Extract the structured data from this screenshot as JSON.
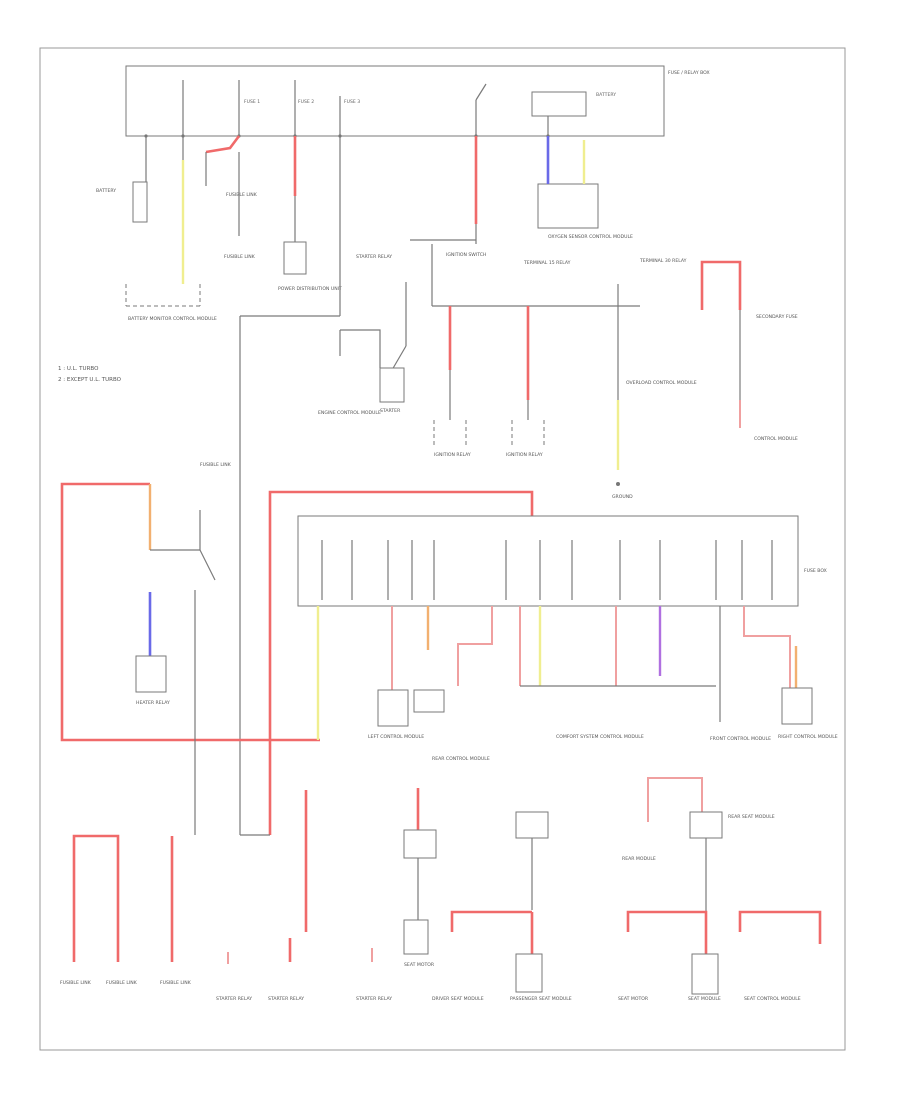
{
  "diagram": {
    "page_label": "",
    "legend": [
      "1 : U.L. TURBO",
      "2 : EXCEPT U.L. TURBO"
    ],
    "components": {
      "top_panel": "FUSE / RELAY BOX",
      "battery": "BATTERY",
      "battery_monitor": "BATTERY MONITOR CONTROL MODULE",
      "fuse_1": "FUSIBLE LINK",
      "fuse_2": "FUSIBLE LINK",
      "fuse_3": "FUSIBLE LINK",
      "power_unit": "POWER DISTRIBUTION UNIT",
      "engine_module": "ENGINE CONTROL MODULE",
      "starter_relay": "STARTER RELAY",
      "starter": "STARTER",
      "ignition_relay_1": "IGNITION RELAY",
      "ignition_relay_2": "IGNITION RELAY",
      "terminal_30": "TERMINAL 30 RELAY",
      "overload_module": "OVERLOAD CONTROL MODULE",
      "secondary_fuse": "SECONDARY FUSE",
      "ground": "GROUND",
      "heater_relay": "HEATER RELAY",
      "power_fuse_box": "FUSE BOX",
      "oxygen_sensor_module": "OXYGEN SENSOR CONTROL MODULE",
      "left_module": "LEFT CONTROL MODULE",
      "right_module": "RIGHT CONTROL MODULE",
      "comfort_module": "COMFORT SYSTEM CONTROL MODULE",
      "front_module": "FRONT CONTROL MODULE",
      "driver_seat": "DRIVER SEAT MODULE",
      "passenger_seat": "PASSENGER SEAT MODULE",
      "seat_module": "SEAT CONTROL MODULE"
    },
    "bottom_labels": [
      "FUSIBLE LINK",
      "FUSIBLE LINK",
      "FUSIBLE LINK",
      "STARTER RELAY",
      "STARTER RELAY",
      "STARTER RELAY",
      "SEAT MOTOR",
      "SEAT MOTOR",
      "SEAT MODULE",
      "REAR MODULE",
      "REAR SEAT MODULE"
    ]
  }
}
